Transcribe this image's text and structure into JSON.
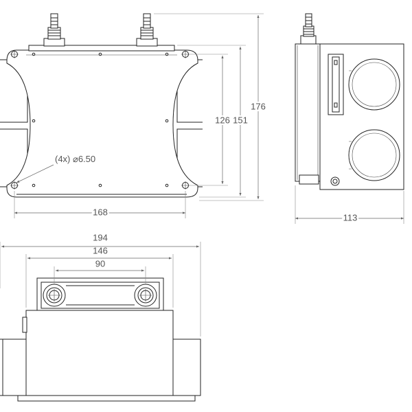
{
  "dimensions": {
    "front_width": "168",
    "front_height_inner": "126",
    "front_height_mid": "151",
    "front_height_outer": "176",
    "hole_note": "(4x) ⌀6.50",
    "side_depth": "113",
    "top_overall": "194",
    "top_body": "146",
    "top_fittings": "90"
  },
  "colors": {
    "line": "#222222",
    "dimension": "#666666",
    "text": "#555555"
  }
}
